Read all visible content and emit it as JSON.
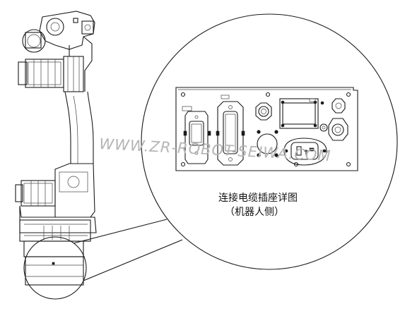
{
  "caption": {
    "line1": "连接电缆插座详图",
    "line2": "（机器人侧）"
  },
  "watermark": {
    "text": "WWW.ZR-ROBOT-SEIWA.COM"
  }
}
